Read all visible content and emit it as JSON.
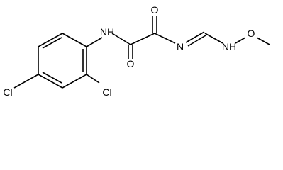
{
  "molecule": {
    "atoms": {
      "nh_amide": "NH",
      "o_left": "O",
      "o_right": "O",
      "n_imine": "N",
      "nh_methoxy": "NH",
      "o_methoxy": "O",
      "cl_bottom_left": "Cl",
      "cl_bottom_right": "Cl"
    }
  }
}
